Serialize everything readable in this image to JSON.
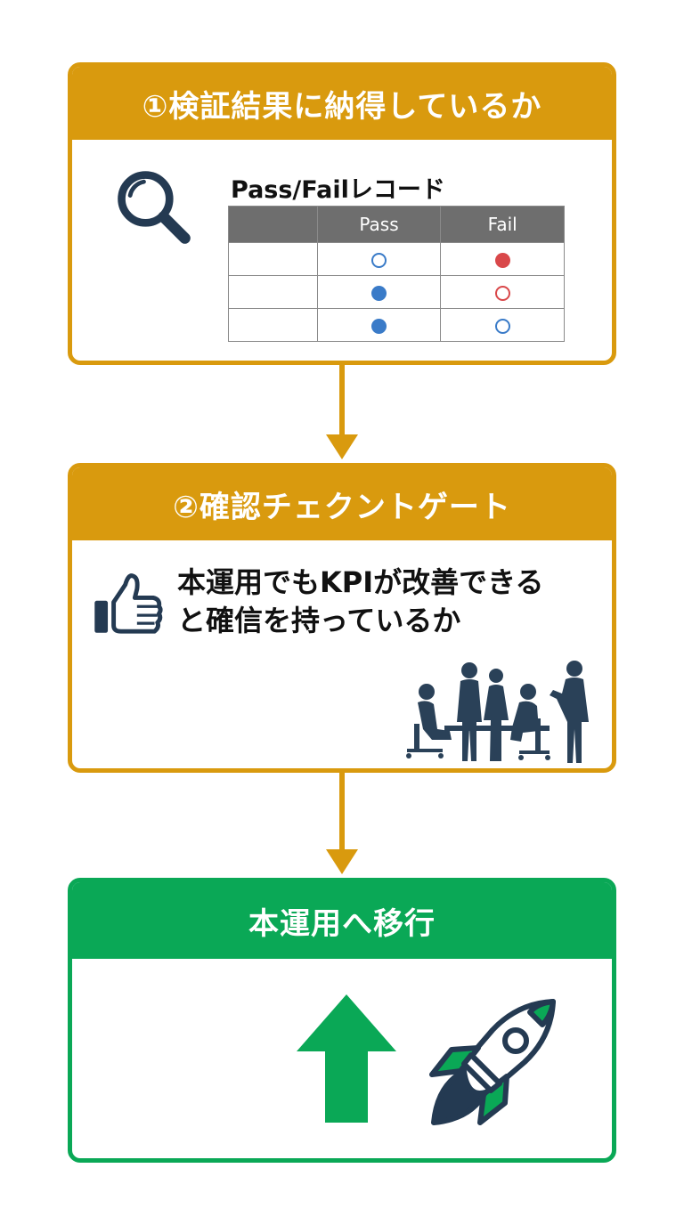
{
  "step1": {
    "title": "①検証結果に納得しているか",
    "magnifier_icon": "magnifier-icon",
    "record_title": "Pass/Failレコード",
    "table": {
      "headers": [
        "",
        "Pass",
        "Fail"
      ],
      "rows": [
        {
          "label": "",
          "pass": "open-blue",
          "fail": "filled-red"
        },
        {
          "label": "",
          "pass": "filled-blue",
          "fail": "open-red"
        },
        {
          "label": "",
          "pass": "filled-blue",
          "fail": "open-blue"
        }
      ]
    }
  },
  "step2": {
    "title": "②確認チェクントゲート",
    "thumb_icon": "thumbs-up-icon",
    "text_line1": "本運用でもKPIが改善できる",
    "text_line2": "と確信を持っているか",
    "illustration": "team-silhouette"
  },
  "step3": {
    "title": "本運用へ移行",
    "arrow_icon": "up-arrow-icon",
    "rocket_icon": "rocket-icon"
  },
  "colors": {
    "gold": "#D99A0E",
    "green": "#0AA856",
    "navy": "#243A52",
    "pass_blue": "#3A7BC8",
    "fail_red": "#D9484A",
    "table_header": "#6E6E6E"
  }
}
